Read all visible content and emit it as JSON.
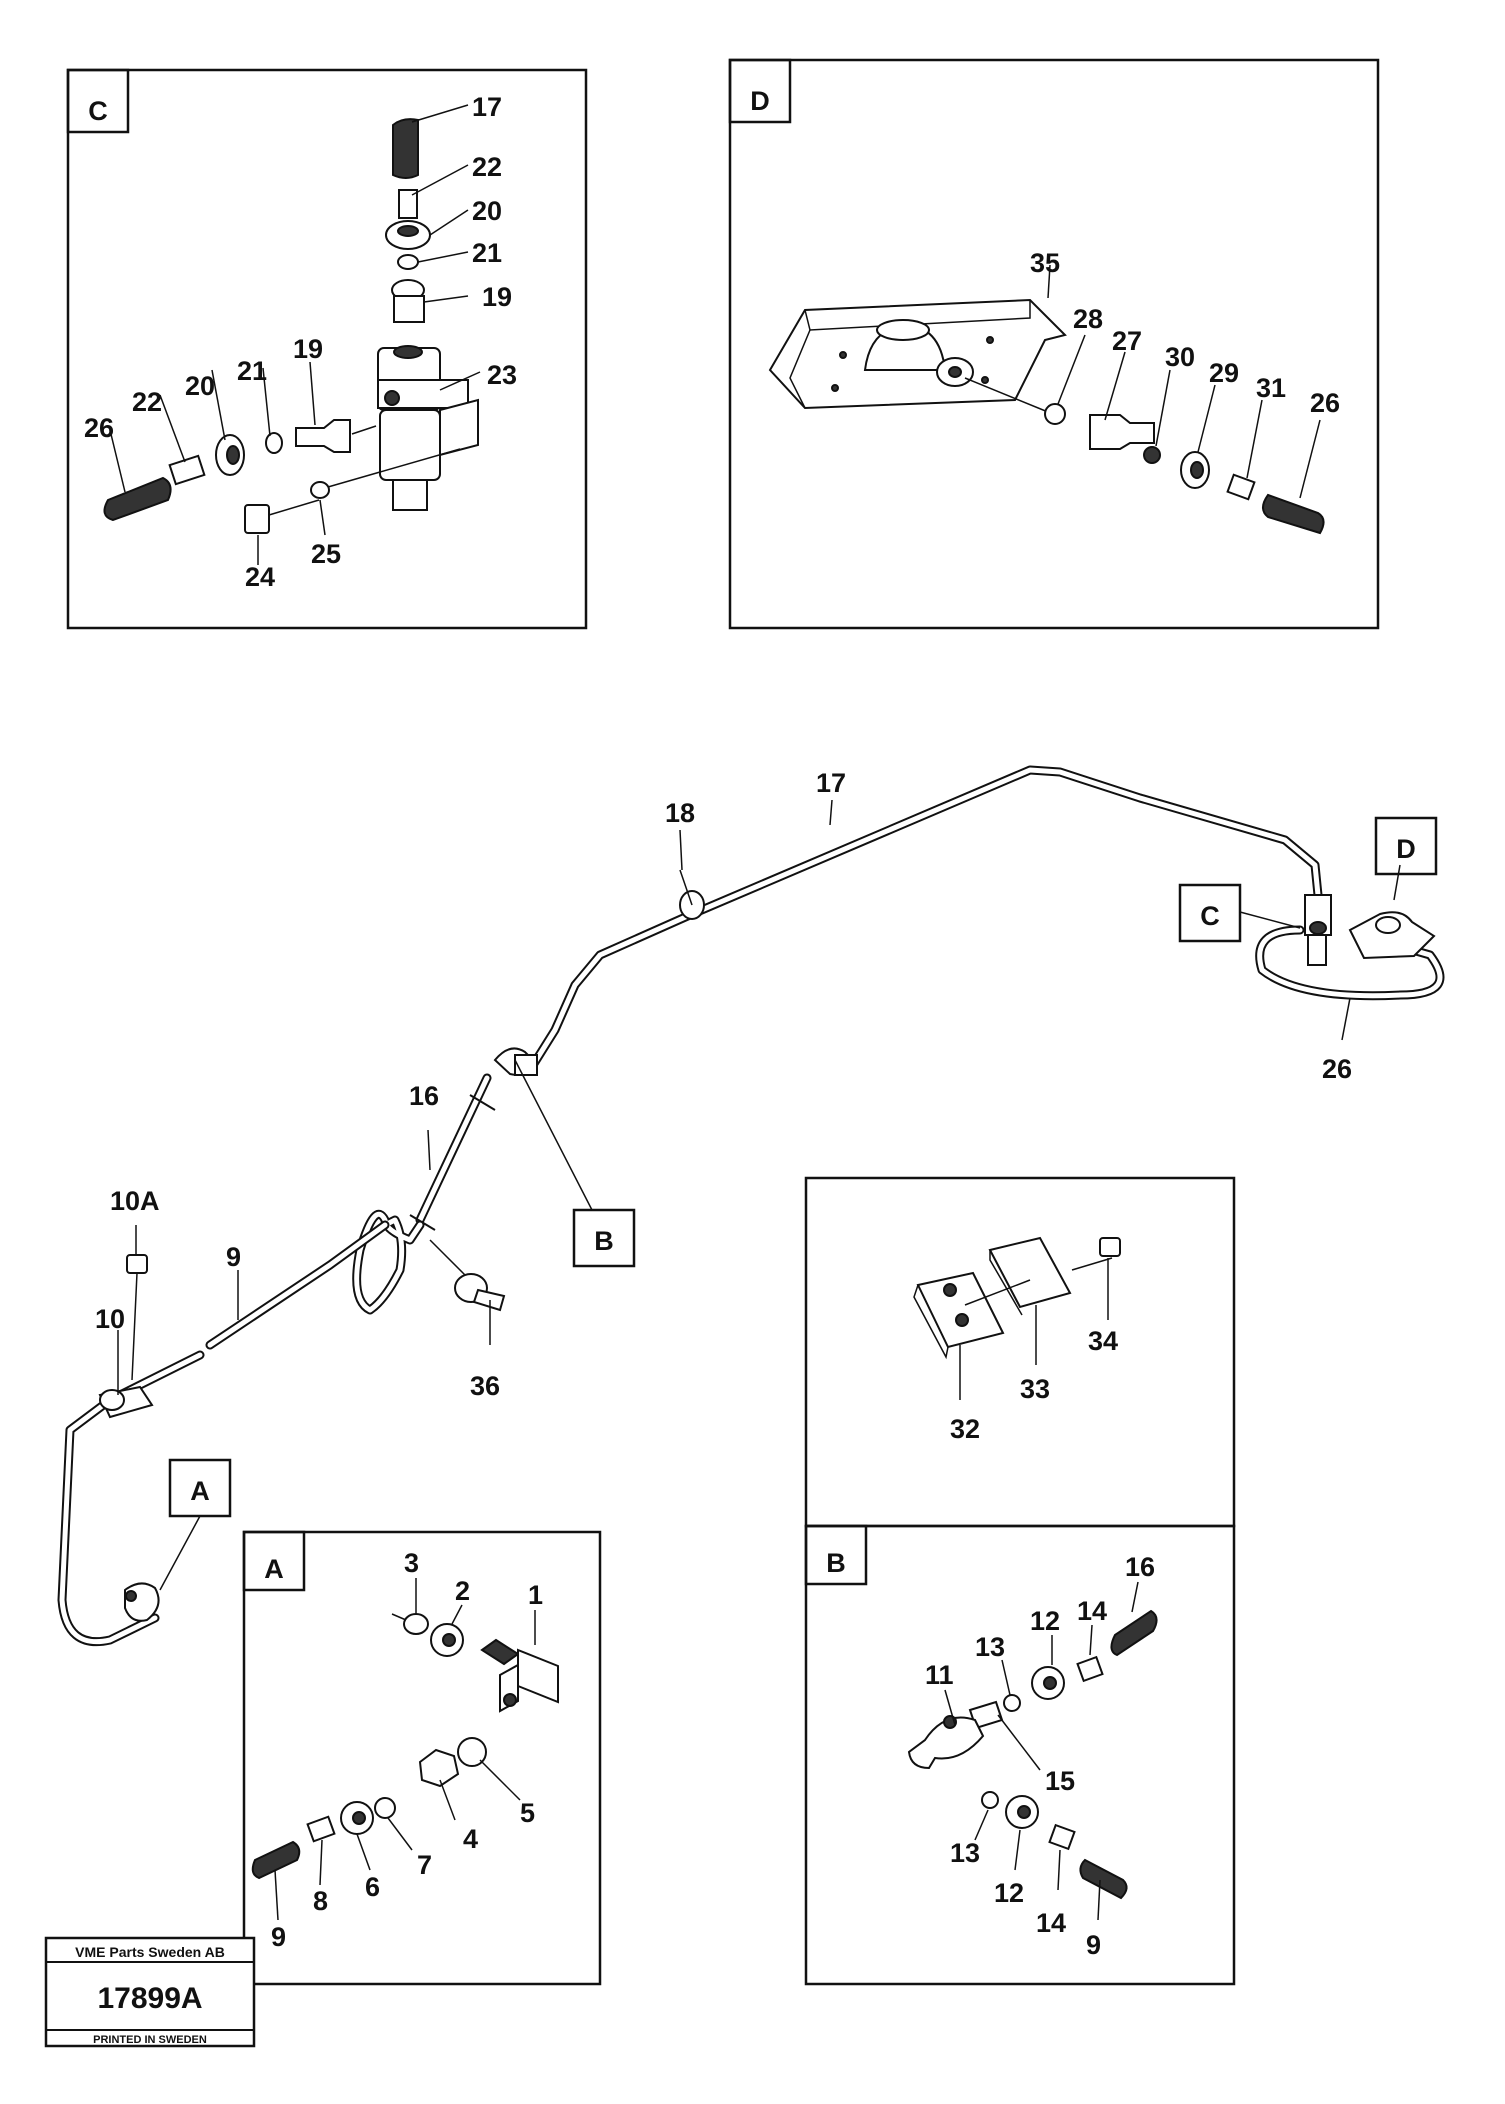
{
  "stamp": {
    "company": "VME Parts Sweden AB",
    "number": "17899A",
    "printed": "PRINTED IN SWEDEN"
  },
  "panels": {
    "C": {
      "tag": "C",
      "labels": [
        "17",
        "22",
        "20",
        "21",
        "19",
        "23",
        "19",
        "21",
        "20",
        "22",
        "26",
        "24",
        "25"
      ]
    },
    "D": {
      "tag": "D",
      "labels": [
        "35",
        "28",
        "27",
        "30",
        "29",
        "31",
        "26"
      ]
    },
    "A": {
      "tag": "A",
      "labels": [
        "3",
        "2",
        "1",
        "5",
        "4",
        "7",
        "6",
        "8",
        "9"
      ]
    },
    "B": {
      "tag": "B",
      "labels": [
        "16",
        "12",
        "14",
        "13",
        "11",
        "15",
        "13",
        "12",
        "14",
        "9"
      ]
    },
    "clamp": {
      "labels": [
        "34",
        "33",
        "32"
      ]
    }
  },
  "main": {
    "callouts": {
      "A": "A",
      "B": "B",
      "C": "C",
      "D": "D"
    },
    "labels": [
      "17",
      "18",
      "16",
      "10A",
      "9",
      "10",
      "36",
      "26"
    ]
  }
}
